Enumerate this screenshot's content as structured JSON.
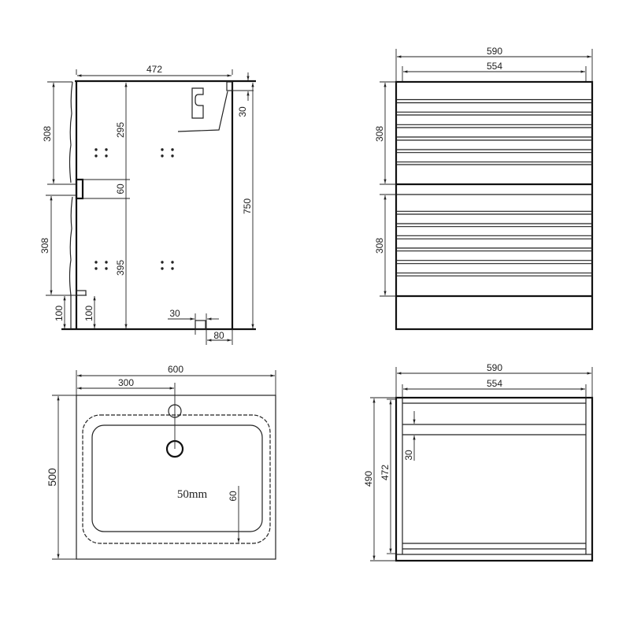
{
  "side_view": {
    "depth": "472",
    "upper_door_height": "308",
    "lower_door_height": "308",
    "upper_section": "295",
    "gap": "60",
    "lower_section": "395",
    "top_offset": "30",
    "total_height": "750",
    "leg_left": "100",
    "leg_right": "100",
    "foot_width": "30",
    "foot_offset": "80"
  },
  "front_view": {
    "outer_width": "590",
    "inner_width": "554",
    "upper_drawer": "308",
    "lower_drawer": "308"
  },
  "basin_top_view": {
    "width": "600",
    "tap_offset": "300",
    "depth": "500",
    "drain_label": "50mm",
    "rim": "60"
  },
  "cabinet_top_view": {
    "outer_width": "590",
    "inner_width": "554",
    "outer_depth": "490",
    "inner_depth": "472",
    "rail": "30"
  }
}
